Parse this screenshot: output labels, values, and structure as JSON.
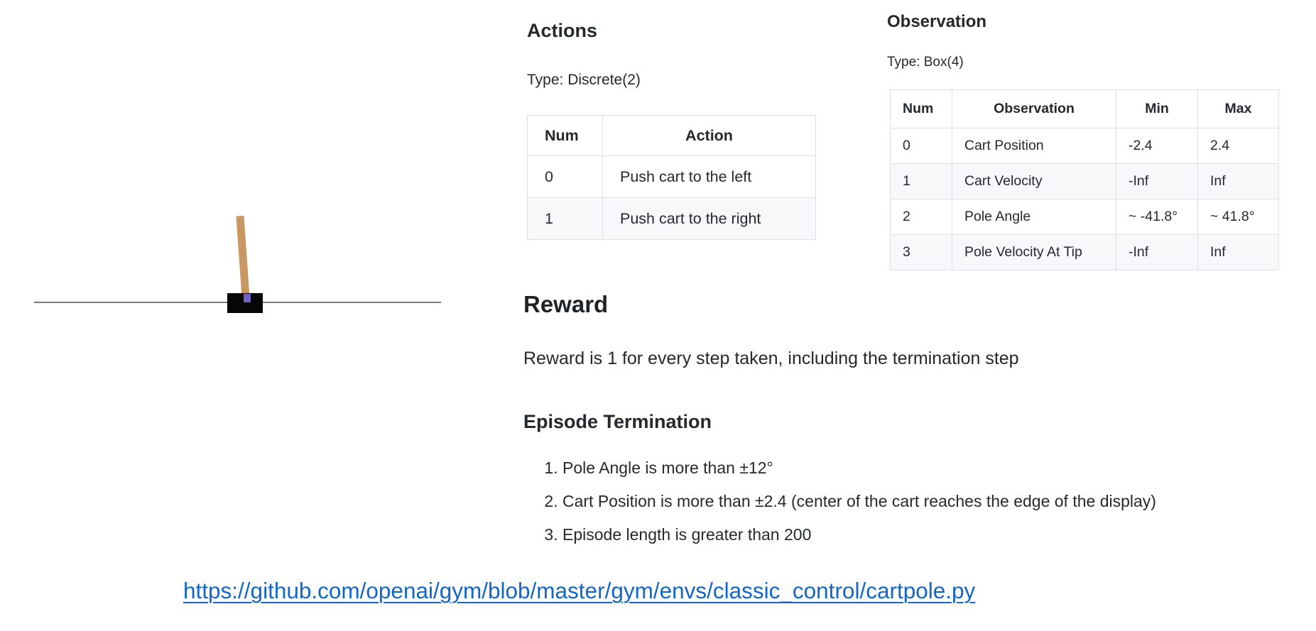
{
  "cartpole_render": {
    "track_color": "#7b7b7b",
    "cart_color": "#060606",
    "pole_color": "#c99761",
    "axle_color": "#6f63c8"
  },
  "actions": {
    "heading": "Actions",
    "type_line": "Type: Discrete(2)",
    "table": {
      "headers": [
        "Num",
        "Action"
      ],
      "rows": [
        [
          "0",
          "Push cart to the left"
        ],
        [
          "1",
          "Push cart to the right"
        ]
      ]
    }
  },
  "observation": {
    "heading": "Observation",
    "type_line": "Type: Box(4)",
    "table": {
      "headers": [
        "Num",
        "Observation",
        "Min",
        "Max"
      ],
      "rows": [
        [
          "0",
          "Cart Position",
          "-2.4",
          "2.4"
        ],
        [
          "1",
          "Cart Velocity",
          "-Inf",
          "Inf"
        ],
        [
          "2",
          "Pole Angle",
          "~ -41.8°",
          "~ 41.8°"
        ],
        [
          "3",
          "Pole Velocity At Tip",
          "-Inf",
          "Inf"
        ]
      ]
    }
  },
  "reward": {
    "heading": "Reward",
    "body": "Reward is 1 for every step taken, including the termination step"
  },
  "episode_termination": {
    "heading": "Episode Termination",
    "items": [
      "Pole Angle is more than ±12°",
      "Cart Position is more than ±2.4 (center of the cart reaches the edge of the display)",
      "Episode length is greater than 200"
    ]
  },
  "source_link": {
    "text": "https://github.com/openai/gym/blob/master/gym/envs/classic_control/cartpole.py",
    "color": "#1266c9"
  }
}
